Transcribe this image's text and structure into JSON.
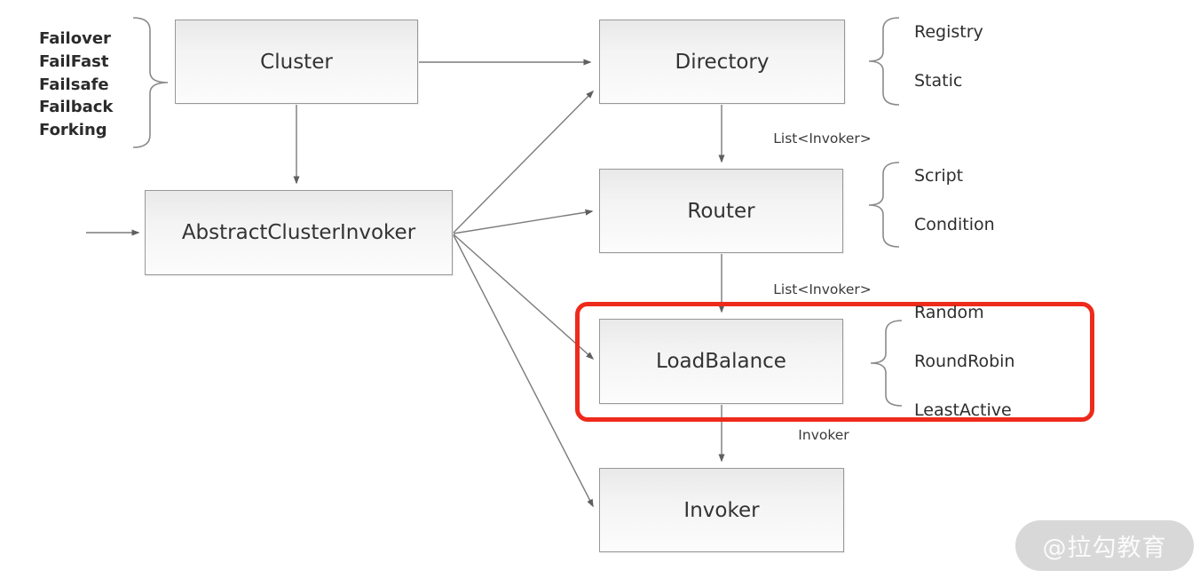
{
  "diagram": {
    "nodes": {
      "cluster": "Cluster",
      "abstract_cluster_invoker": "AbstractClusterInvoker",
      "directory": "Directory",
      "router": "Router",
      "load_balance": "LoadBalance",
      "invoker": "Invoker"
    },
    "annotations": {
      "cluster_strategies": [
        "Failover",
        "FailFast",
        "Failsafe",
        "Failback",
        "Forking"
      ],
      "directory_types": [
        "Registry",
        "Static"
      ],
      "router_types": [
        "Script",
        "Condition"
      ],
      "load_balance_types": [
        "Random",
        "RoundRobin",
        "LeastActive"
      ]
    },
    "edge_labels": {
      "directory_to_router": "List<Invoker>",
      "router_to_load_balance": "List<Invoker>",
      "load_balance_to_invoker": "Invoker"
    },
    "colors": {
      "highlight": "#ee2a1b",
      "box_border": "#979797",
      "edge": "#7b7b7b"
    },
    "watermark": "@拉勾教育"
  }
}
